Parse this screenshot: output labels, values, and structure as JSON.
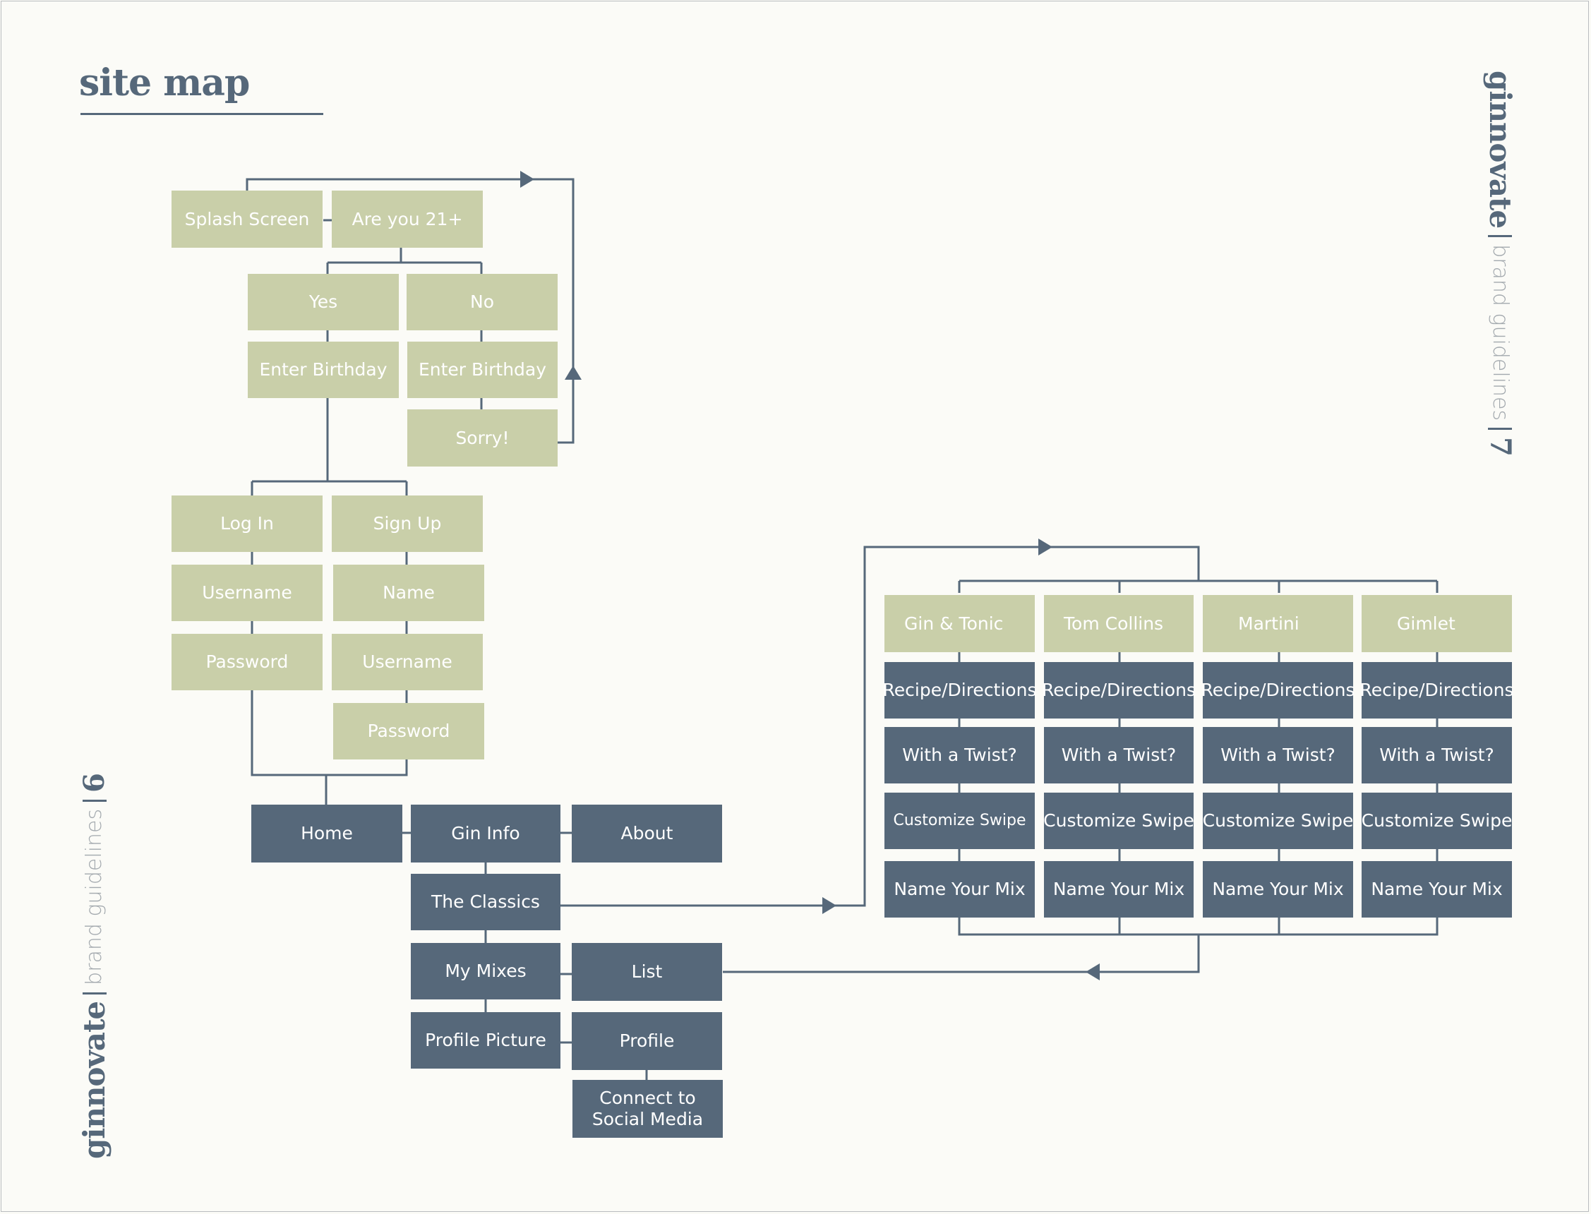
{
  "page": {
    "title": "site map",
    "brand_right": {
      "logo": "ginnovate",
      "subtitle": "brand guidelines",
      "page_number": "7"
    },
    "brand_left": {
      "logo": "ginnovate",
      "subtitle": "brand guidelines",
      "page_number": "6"
    }
  },
  "colors": {
    "background": "#fbfbf7",
    "green_node": "#c9cfa9",
    "slate_node": "#56687a",
    "connector": "#56687a"
  },
  "nodes": {
    "splash": "Splash Screen",
    "age_check": "Are you 21+",
    "yes": "Yes",
    "no": "No",
    "birthday_yes": "Enter Birthday",
    "birthday_no": "Enter Birthday",
    "sorry": "Sorry!",
    "login": "Log In",
    "signup": "Sign Up",
    "login_username": "Username",
    "login_password": "Password",
    "signup_name": "Name",
    "signup_username": "Username",
    "signup_password": "Password",
    "home": "Home",
    "gin_info": "Gin Info",
    "about": "About",
    "classics": "The Classics",
    "my_mixes": "My Mixes",
    "list": "List",
    "profile_picture": "Profile Picture",
    "profile": "Profile",
    "connect_social": "Connect to Social Media"
  },
  "cocktails": [
    {
      "name": "Gin & Tonic",
      "items": [
        "Recipe/Directions",
        "With a Twist?",
        "Customize Swipe",
        "Name Your Mix"
      ]
    },
    {
      "name": "Tom Collins",
      "items": [
        "Recipe/Directions",
        "With a Twist?",
        "Customize Swipe",
        "Name Your Mix"
      ]
    },
    {
      "name": "Martini",
      "items": [
        "Recipe/Directions",
        "With a Twist?",
        "Customize Swipe",
        "Name Your Mix"
      ]
    },
    {
      "name": "Gimlet",
      "items": [
        "Recipe/Directions",
        "With a Twist?",
        "Customize Swipe",
        "Name Your Mix"
      ]
    }
  ]
}
